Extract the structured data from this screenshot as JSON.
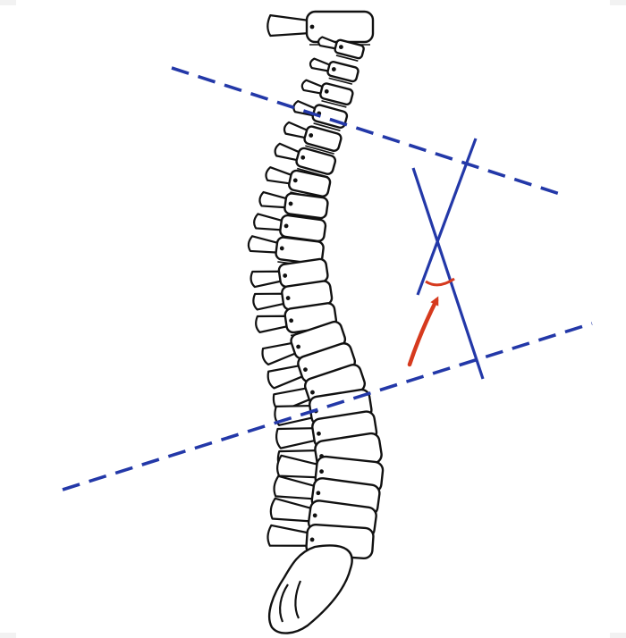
{
  "diagram": {
    "kind": "cobb-angle-measurement",
    "colors": {
      "background": "#ffffff",
      "spine_outline": "#111111",
      "measurement_lines": "#2338a8",
      "angle_arrow": "#d63a1e",
      "angle_arc": "#d63a1e"
    },
    "elements": {
      "spine": {
        "icon": "spine-illustration",
        "segments": 24
      },
      "upper_endplate_line": {
        "style": "dashed"
      },
      "lower_endplate_line": {
        "style": "dashed"
      },
      "perpendicular_upper": {
        "style": "solid"
      },
      "perpendicular_lower": {
        "style": "solid"
      },
      "angle_arc": {
        "style": "solid"
      },
      "angle_arrow": {
        "icon": "curved-arrow-icon"
      }
    }
  }
}
